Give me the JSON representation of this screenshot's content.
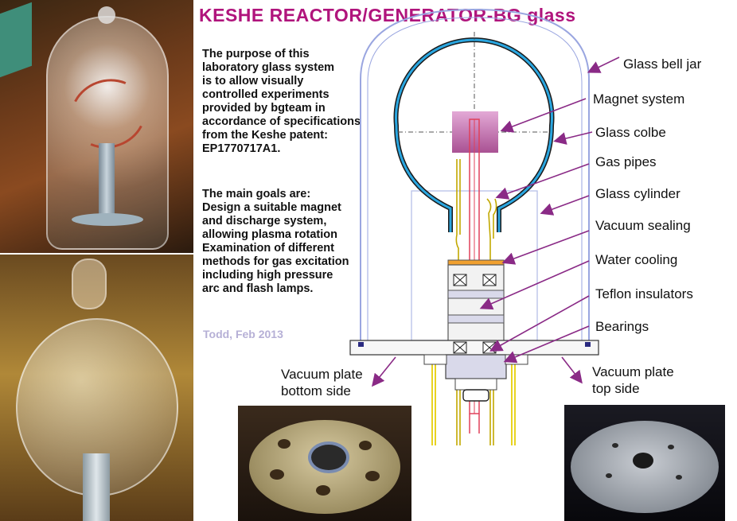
{
  "title": "KESHE REACTOR/GENERATOR-BG glass",
  "description": {
    "intro": "The purpose of this\nlaboratory glass system\nis to allow visually\ncontrolled experiments\nprovided by bgteam in\naccordance of specifications\nfrom the Keshe patent:\nEP1770717A1.",
    "goals": "The main goals are:\nDesign a suitable magnet\nand discharge system,\nallowing plasma rotation\nExamination of different\nmethods for gas excitation\nincluding high pressure\narc and flash  lamps."
  },
  "author": "Todd, Feb 2013",
  "labels": {
    "glass_bell_jar": "Glass bell jar",
    "magnet_system": "Magnet system",
    "glass_colbe": "Glass colbe",
    "gas_pipes": "Gas pipes",
    "glass_cylinder": "Glass cylinder",
    "vacuum_sealing": "Vacuum sealing",
    "water_cooling": "Water cooling",
    "teflon_insulators": "Teflon insulators",
    "bearings": "Bearings",
    "vacuum_plate_bottom_l1": "Vacuum plate",
    "vacuum_plate_bottom_l2": "bottom side",
    "vacuum_plate_top_l1": "Vacuum plate",
    "vacuum_plate_top_l2": "top side"
  },
  "colors": {
    "title": "#b0147c",
    "arrow": "#8a2a86",
    "bell_jar": "#9aa6e0",
    "colbe": "#2a7fd4",
    "magnet": "#c27ab3",
    "gas_pipe": "#e8d321",
    "water": "#e0405a",
    "author": "#b6b0d6"
  }
}
